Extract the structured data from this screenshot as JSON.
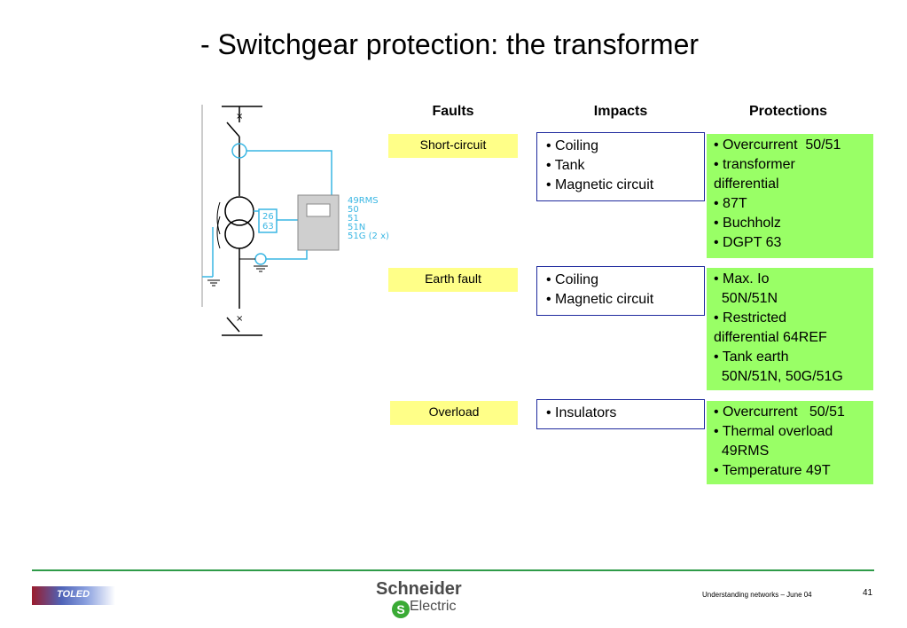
{
  "title": "- Switchgear protection: the transformer",
  "headers": {
    "faults": "Faults",
    "impacts": "Impacts",
    "protections": "Protections"
  },
  "rows": [
    {
      "fault": "Short-circuit",
      "impacts": [
        "• Coiling",
        "• Tank",
        "• Magnetic circuit"
      ],
      "protections": [
        "• Overcurrent  50/51",
        "• transformer",
        "differential",
        "• 87T",
        "• Buchholz",
        "• DGPT 63"
      ]
    },
    {
      "fault": "Earth fault",
      "impacts": [
        "• Coiling",
        "• Magnetic circuit"
      ],
      "protections": [
        "• Max. Io",
        "  50N/51N",
        "• Restricted",
        "differential 64REF",
        "• Tank earth",
        "  50N/51N, 50G/51G"
      ]
    },
    {
      "fault": "Overload",
      "impacts": [
        "• Insulators"
      ],
      "protections": [
        "• Overcurrent   50/51",
        "• Thermal overload",
        "  49RMS",
        "• Temperature 49T"
      ]
    }
  ],
  "diagram": {
    "relay_codes": [
      "49RMS",
      "50",
      "51",
      "51N",
      "51G (2 x)"
    ],
    "sensor_codes": [
      "26",
      "63"
    ]
  },
  "footer": {
    "left_logo": "TOLED",
    "brand_line1": "Schneider",
    "brand_line2": "Electric",
    "caption": "Understanding networks – June 04",
    "page": "41"
  },
  "colors": {
    "fault_fill": "#ffff88",
    "protection_fill": "#99ff66",
    "impact_border": "#1f2a9e",
    "rule": "#2e9b48",
    "wiring": "#39b6e3"
  }
}
